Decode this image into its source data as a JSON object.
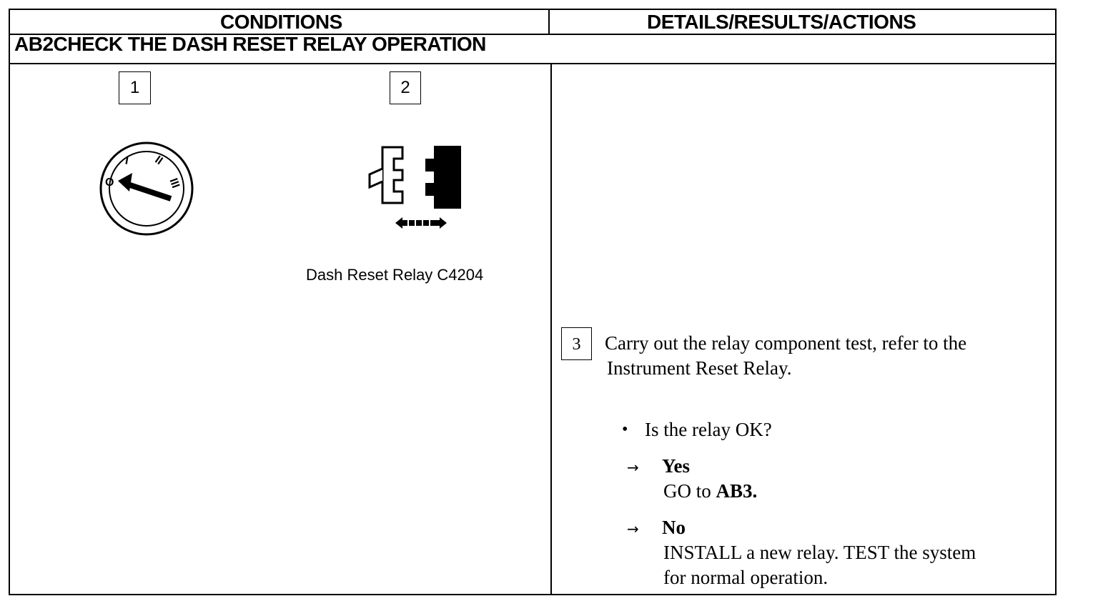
{
  "table": {
    "col_conditions": "CONDITIONS",
    "col_details": "DETAILS/RESULTS/ACTIONS",
    "step_id": "AB2",
    "step_title": "CHECK THE DASH RESET RELAY OPERATION"
  },
  "conditions": {
    "step1_num": "1",
    "step2_num": "2",
    "ignition_labels": [
      "O",
      "I",
      "II",
      "III"
    ],
    "relay_caption": "Dash Reset Relay C4204"
  },
  "details": {
    "step3_num": "3",
    "instruction_line1": "Carry out the relay component test, refer to the",
    "instruction_line2": "Instrument Reset Relay.",
    "bullet": "•",
    "question": "Is the relay OK?",
    "yes_arrow": "→",
    "yes_label": "Yes",
    "yes_action_prefix": "GO to ",
    "yes_action_target": "AB3.",
    "no_arrow": "→",
    "no_label": "No",
    "no_action_line1": "INSTALL a new relay. TEST the system",
    "no_action_line2": "for normal operation."
  }
}
